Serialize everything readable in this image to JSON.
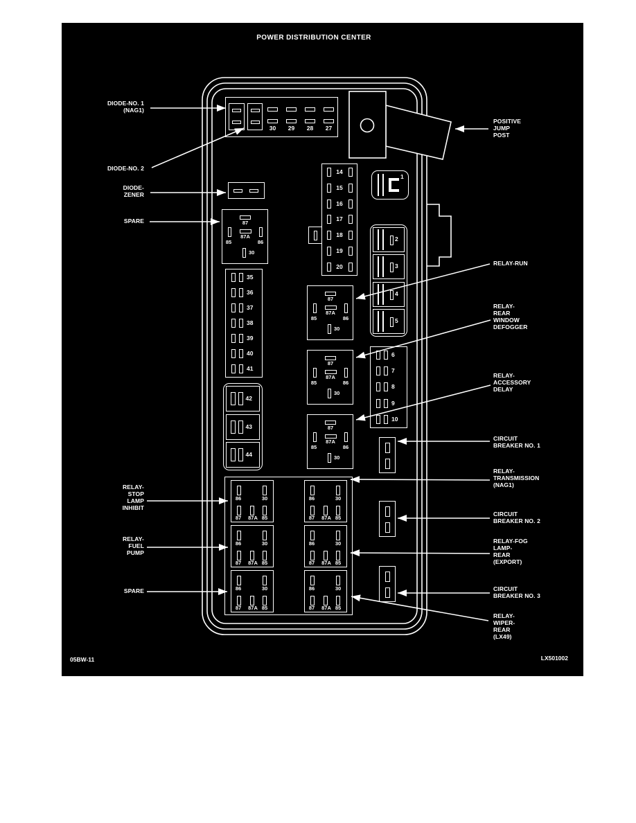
{
  "title": "POWER DISTRIBUTION CENTER",
  "footer": {
    "left_code": "05BW-11",
    "right_code": "LX501002"
  },
  "colors": {
    "page": "#ffffff",
    "background": "#000000",
    "foreground": "#ffffff"
  },
  "labels": {
    "left": [
      {
        "id": "diode-no-1",
        "lines": [
          "DIODE-NO. 1",
          "(NAG1)"
        ]
      },
      {
        "id": "diode-no-2",
        "lines": [
          "DIODE-NO. 2"
        ]
      },
      {
        "id": "diode-zener",
        "lines": [
          "DIODE-",
          "ZENER"
        ]
      },
      {
        "id": "spare-upper",
        "lines": [
          "SPARE"
        ]
      },
      {
        "id": "relay-stop-lamp-inhibit",
        "lines": [
          "RELAY-",
          "STOP",
          "LAMP",
          "INHIBIT"
        ]
      },
      {
        "id": "relay-fuel-pump",
        "lines": [
          "RELAY-",
          "FUEL",
          "PUMP"
        ]
      },
      {
        "id": "spare-lower",
        "lines": [
          "SPARE"
        ]
      }
    ],
    "right": [
      {
        "id": "positive-jump-post",
        "lines": [
          "POSITIVE",
          "JUMP",
          "POST"
        ]
      },
      {
        "id": "relay-run",
        "lines": [
          "RELAY-RUN"
        ]
      },
      {
        "id": "relay-rear-window-defogger",
        "lines": [
          "RELAY-",
          "REAR",
          "WINDOW",
          "DEFOGGER"
        ]
      },
      {
        "id": "relay-accessory-delay",
        "lines": [
          "RELAY-",
          "ACCESSORY",
          "DELAY"
        ]
      },
      {
        "id": "circuit-breaker-no-1",
        "lines": [
          "CIRCUIT",
          "BREAKER NO. 1"
        ]
      },
      {
        "id": "relay-transmission-nag1",
        "lines": [
          "RELAY-",
          "TRANSMISSION",
          "(NAG1)"
        ]
      },
      {
        "id": "circuit-breaker-no-2",
        "lines": [
          "CIRCUIT",
          "BREAKER NO. 2"
        ]
      },
      {
        "id": "relay-fog-lamp-rear-export",
        "lines": [
          "RELAY-FOG",
          "LAMP-",
          "REAR",
          "(EXPORT)"
        ]
      },
      {
        "id": "circuit-breaker-no-3",
        "lines": [
          "CIRCUIT",
          "BREAKER NO. 3"
        ]
      },
      {
        "id": "relay-wiper-rear-lx49",
        "lines": [
          "RELAY-",
          "WIPER-",
          "REAR",
          "(LX49)"
        ]
      }
    ]
  },
  "pdc": {
    "top_fuse_numbers": [
      "30",
      "29",
      "28",
      "27"
    ],
    "fuse_column_14_20": [
      "14",
      "15",
      "16",
      "17",
      "18",
      "19",
      "20"
    ],
    "fuse_column_35_41": [
      "35",
      "36",
      "37",
      "38",
      "39",
      "40",
      "41"
    ],
    "fuse_column_42_44": [
      "42",
      "43",
      "44"
    ],
    "fuse_column_6_10": [
      "6",
      "7",
      "8",
      "9",
      "10"
    ],
    "relay_cavity_1": "1",
    "relay_cavities_2_5": [
      "2",
      "3",
      "4",
      "5"
    ],
    "micro_relay_pins": {
      "p87": "87",
      "p87a": "87A",
      "p85": "85",
      "p86": "86",
      "p30": "30"
    },
    "mini_relay_pins": {
      "p86": "86",
      "p30": "30",
      "p87": "87",
      "p87a": "87A",
      "p85": "85"
    },
    "bottom_relays": {
      "left": [
        "relay-stop-lamp-inhibit",
        "relay-fuel-pump",
        "relay-spare"
      ],
      "right": [
        "relay-transmission",
        "relay-fog-lamp-rear",
        "relay-wiper-rear"
      ]
    }
  }
}
